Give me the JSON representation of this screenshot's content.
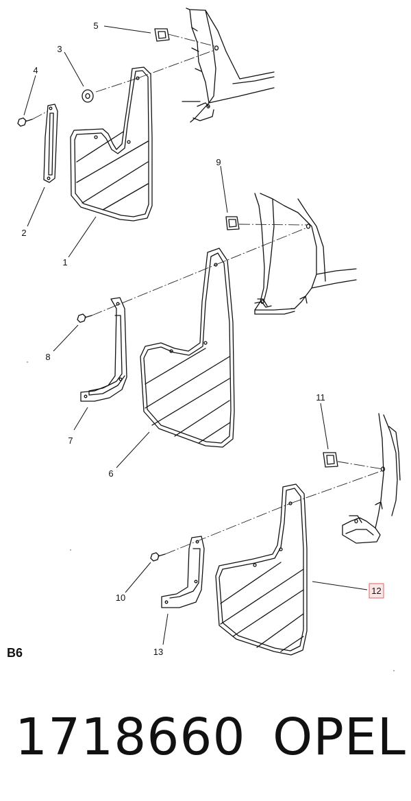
{
  "diagram": {
    "section_label": "B6",
    "callouts": [
      "1",
      "2",
      "3",
      "4",
      "5",
      "6",
      "7",
      "8",
      "9",
      "10",
      "11",
      "12",
      "13"
    ],
    "highlighted_callout": "12",
    "highlight_color": "#e06060"
  },
  "footer": {
    "part_number": "1718660",
    "brand": "OPEL"
  }
}
